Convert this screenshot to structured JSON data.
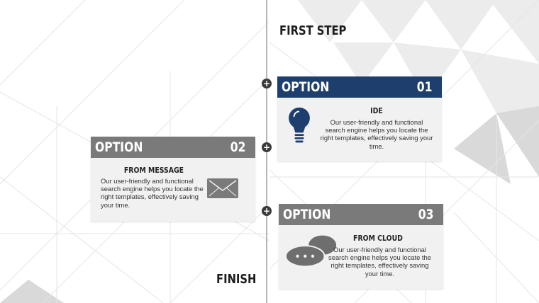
{
  "headings": {
    "first_step": "FIRST STEP",
    "finish": "FINISH"
  },
  "options": [
    {
      "label": "OPTION",
      "number": "01",
      "title": "IDE",
      "text": "Our user-friendly and functional search engine helps you locate the right templates, effectively saving your time.",
      "icon": "lightbulb-icon",
      "header_color": "#1e3f6e"
    },
    {
      "label": "OPTION",
      "number": "02",
      "title": "FROM MESSAGE",
      "text": "Our user-friendly and functional search engine helps you locate the right templates, effectively saving your time.",
      "icon": "envelope-icon",
      "header_color": "#7a7a7a"
    },
    {
      "label": "OPTION",
      "number": "03",
      "title": "FROM CLOUD",
      "text": "Our user-friendly and functional search engine helps you locate the right templates, effectively saving your time.",
      "icon": "chat-cloud-icon",
      "header_color": "#7a7a7a"
    }
  ],
  "colors": {
    "accent_blue": "#1e3f6e",
    "header_gray": "#7a7a7a",
    "icon_gray": "#6e6e6e",
    "card_bg": "#f1f1f1"
  }
}
